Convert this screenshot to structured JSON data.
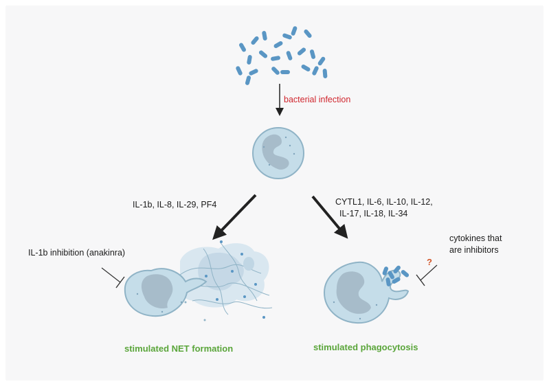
{
  "labels": {
    "bacterial_infection": "bacterial infection",
    "net_cytokines": "IL-1b, IL-8, IL-29, PF4",
    "phago_cytokines_line1": "CYTL1, IL-6, IL-10, IL-12,",
    "phago_cytokines_line2": "IL-17, IL-18, IL-34",
    "il1b_inhibition": "IL-1b inhibition (anakinra)",
    "inhibitor_line1": "cytokines that",
    "inhibitor_line2": "are inhibitors",
    "question_mark": "?",
    "net_outcome": "stimulated NET formation",
    "phago_outcome": "stimulated phagocytosis"
  },
  "colors": {
    "cell_fill": "#c5dde9",
    "cell_stroke": "#8fb3c6",
    "nucleus": "#a7bcca",
    "bacteria": "#5a96c4",
    "arrow": "#222222",
    "red_text": "#d0262e",
    "green_text": "#5aa53a"
  },
  "icons": {
    "bacteria_cluster_top": "bacteria-icon",
    "bacteria_cluster_right": "bacteria-icon",
    "neutrophil": "neutrophil-icon",
    "net_neutrophil": "net-forming-neutrophil-icon",
    "phagocytic_neutrophil": "phagocytosing-neutrophil-icon"
  }
}
